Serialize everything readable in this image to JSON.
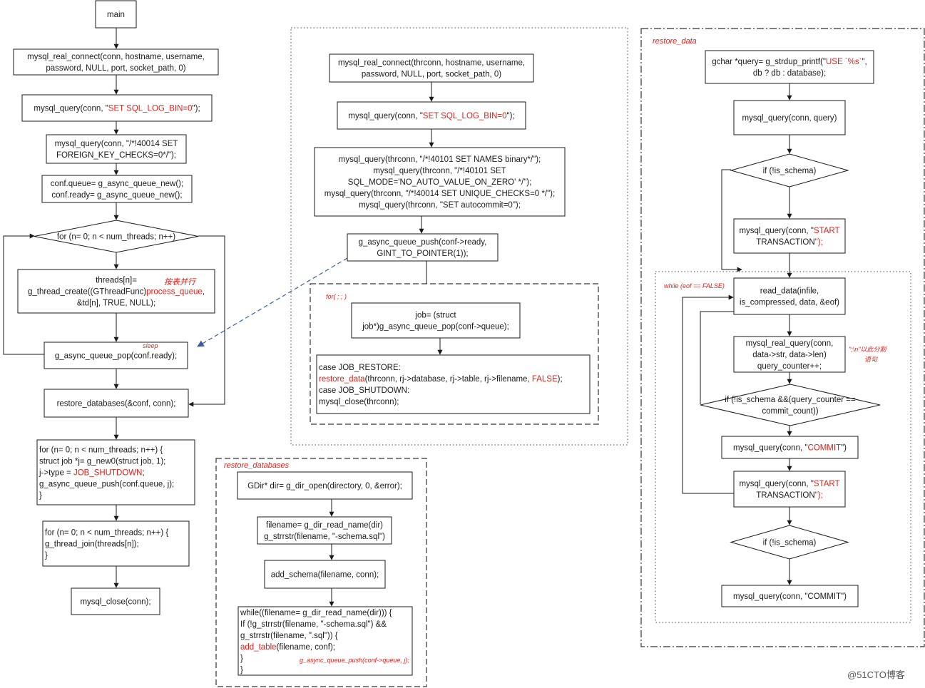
{
  "sections": {
    "thread": "",
    "restore_databases": "restore_databases",
    "restore_data": "restore_data",
    "for_loop": "for( ; ; )",
    "while_eof": "while (eof == FALSE)"
  },
  "notes": {
    "sleep": "sleep",
    "parallel": "按表并行",
    "split": "\";\\n\"以此分割",
    "split2": "语句",
    "push_table": "g_async_queue_push(conf->queue, j);"
  },
  "main": {
    "main": [
      "main"
    ],
    "connect": [
      "mysql_real_connect(conn, hostname, username,",
      "password, NULL, port, socket_path, 0)"
    ],
    "log_bin": [
      [
        "mysql_query(conn, \"",
        "SET SQL_LOG_BIN=0",
        "\");"
      ]
    ],
    "fk": [
      "mysql_query(conn, \"/*!40014 SET",
      "FOREIGN_KEY_CHECKS=0*/\");"
    ],
    "queue": [
      "conf.queue= g_async_queue_new();",
      "conf.ready= g_async_queue_new();"
    ],
    "for1": [
      "for (n= 0; n < num_threads; n++)"
    ],
    "thread_create": [
      [
        "threads[n]="
      ],
      [
        "g_thread_create((GThreadFunc)",
        "process_queue",
        ","
      ],
      [
        "&td[n], TRUE, NULL);"
      ]
    ],
    "pop_ready": [
      "g_async_queue_pop(conf.ready);"
    ],
    "restore_dbs": [
      "restore_databases(&conf, conn);"
    ],
    "shutdown": [
      [
        "for (n= 0; n < num_threads; n++) {"
      ],
      [
        "  struct job *j= g_new0(struct job, 1);"
      ],
      [
        "  j->type = ",
        "JOB_SHUTDOWN",
        ";"
      ],
      [
        "  g_async_queue_push(conf.queue, j);"
      ],
      [
        "}"
      ]
    ],
    "join": [
      "for (n= 0; n < num_threads; n++) {",
      "   g_thread_join(threads[n]);",
      "}"
    ],
    "close": [
      "mysql_close(conn);"
    ]
  },
  "thread": {
    "connect": [
      "mysql_real_connect(thrconn, hostname, username,",
      "password, NULL, port, socket_path, 0)"
    ],
    "log_bin": [
      [
        "mysql_query(conn, \"",
        "SET SQL_LOG_BIN=0",
        "\");"
      ]
    ],
    "settings": [
      "mysql_query(thrconn, \"/*!40101 SET NAMES binary*/\");",
      "mysql_query(thrconn, \"/*!40101 SET",
      "SQL_MODE='NO_AUTO_VALUE_ON_ZERO' */\");",
      "mysql_query(thrconn, \"/*!40014 SET UNIQUE_CHECKS=0 */\");",
      "mysql_query(thrconn, \"SET autocommit=0\");"
    ],
    "push_ready": [
      "g_async_queue_push(conf->ready,",
      "GINT_TO_POINTER(1));"
    ],
    "pop_job": [
      "job= (struct",
      "job*)g_async_queue_pop(conf->queue);"
    ],
    "cases": [
      [
        "case JOB_RESTORE:"
      ],
      [
        "  ",
        "restore_data",
        "(thrconn, rj->database, rj->table, rj->filename, ",
        "FALSE",
        ");"
      ],
      [
        "case JOB_SHUTDOWN:"
      ],
      [
        "  mysql_close(thrconn);"
      ]
    ]
  },
  "restore_databases": {
    "dir_open": [
      "GDir* dir= g_dir_open(directory, 0, &error);"
    ],
    "read_name": [
      "filename= g_dir_read_name(dir)",
      "g_strrstr(filename, \"-schema.sql\")"
    ],
    "add_schema": [
      "add_schema(filename, conn);"
    ],
    "while_loop": [
      [
        "while((filename= g_dir_read_name(dir))) {"
      ],
      [
        "  If (!g_strrstr(filename, \"-schema.sql\") &&"
      ],
      [
        "      g_strrstr(filename, \".sql\")) {"
      ],
      [
        "        ",
        "add_table",
        "(filename, conf);"
      ],
      [
        "  }"
      ],
      [
        "}"
      ]
    ]
  },
  "restore_data": {
    "query_init": [
      [
        "gchar *query= g_strdup_printf(\"",
        "USE `%s`",
        "\","
      ],
      [
        "db ? db : database);"
      ]
    ],
    "use_query": [
      "mysql_query(conn, query)"
    ],
    "if_schema1": [
      "if (!is_schema)"
    ],
    "start1": [
      [
        "mysql_query(conn, \"",
        "START"
      ],
      [
        "TRANSACTION",
        "\");"
      ]
    ],
    "read_data": [
      "read_data(infile,",
      "is_compressed, data, &eof)"
    ],
    "real_query": [
      "mysql_real_query(conn,",
      "data->str, data->len)",
      "query_counter++;"
    ],
    "if_commit": [
      "if (!is_schema &&(query_counter ==",
      "commit_count))"
    ],
    "commit1": [
      [
        "mysql_query(conn, \"",
        "COMMIT",
        "\")"
      ]
    ],
    "start2": [
      [
        "mysql_query(conn, \"",
        "START"
      ],
      [
        "TRANSACTION",
        "\");"
      ]
    ],
    "if_schema2": [
      "if (!is_schema)"
    ],
    "commit2": [
      "mysql_query(conn, \"COMMIT\")"
    ]
  },
  "watermark": "@51CTO博客"
}
